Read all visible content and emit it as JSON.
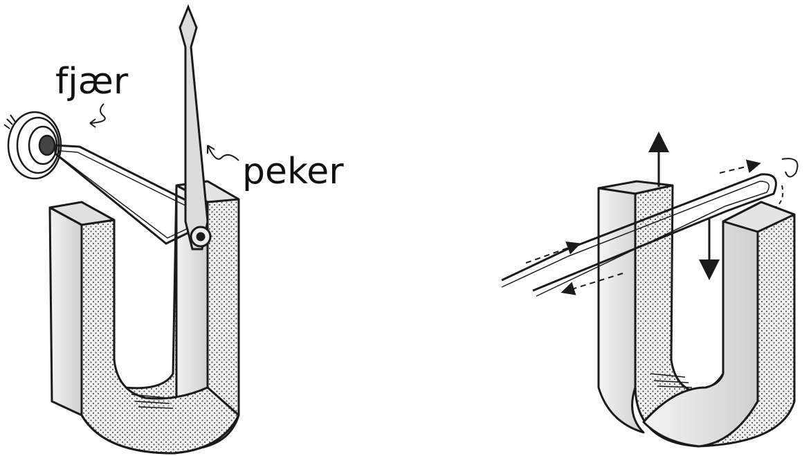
{
  "labels": {
    "spring": "fjær",
    "pointer": "peker"
  },
  "colors": {
    "ink": "#1a1a1a",
    "magnet_light": "#e6e6e6",
    "magnet_face": "#d4d4d4",
    "background": "#ffffff"
  },
  "figures": [
    {
      "name": "galvanometer-with-spring-and-pointer"
    },
    {
      "name": "current-loop-in-magnet-field"
    }
  ]
}
